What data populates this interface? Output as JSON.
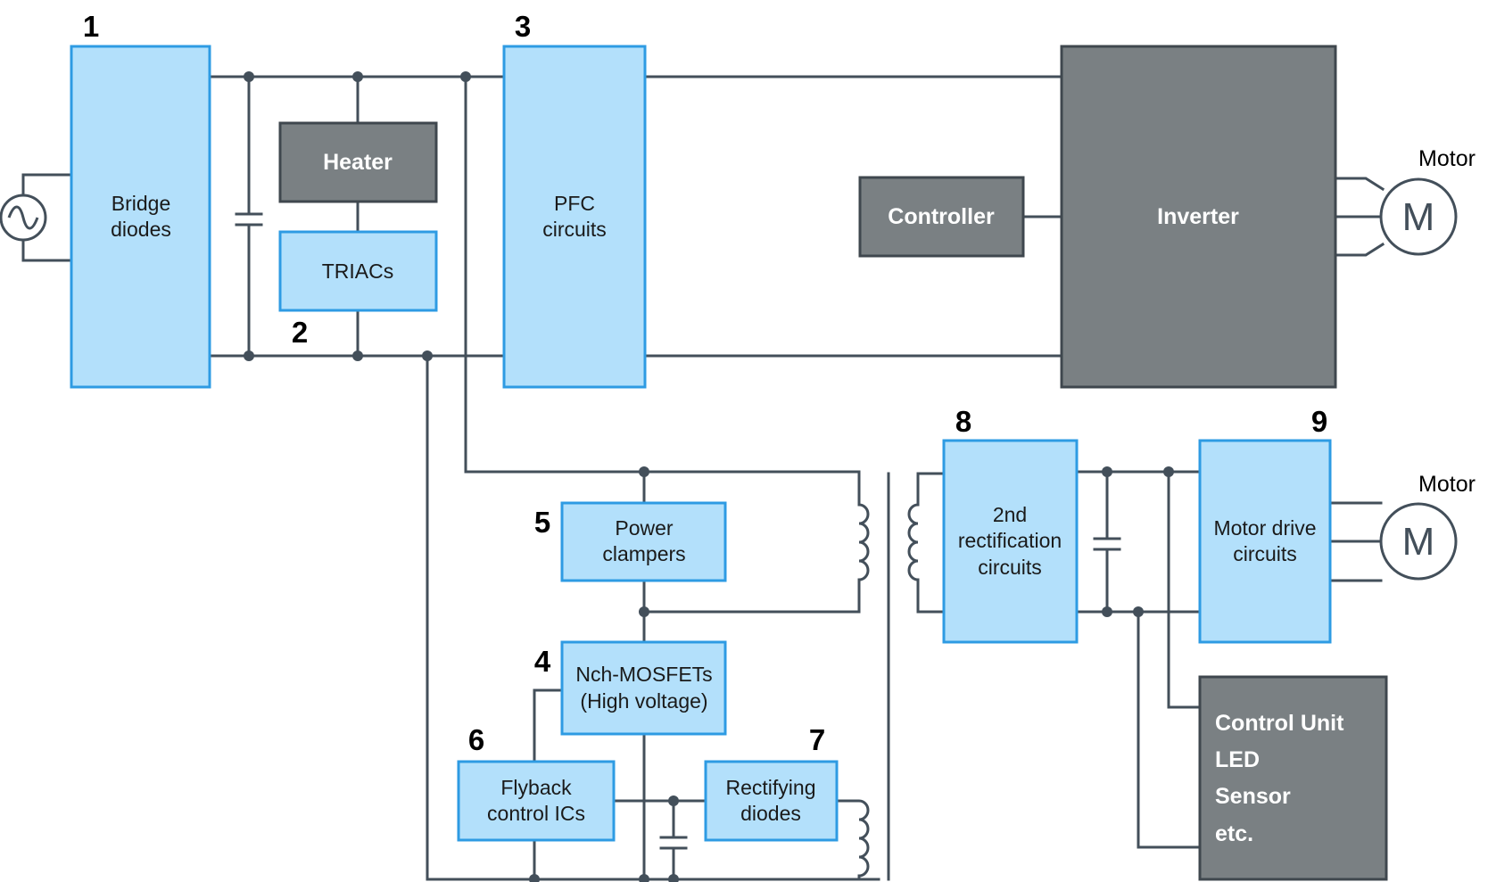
{
  "blocks": {
    "bridge_diodes": [
      "Bridge",
      "diodes"
    ],
    "heater": "Heater",
    "triacs": "TRIACs",
    "pfc_circuits": [
      "PFC",
      "circuits"
    ],
    "controller": "Controller",
    "inverter": "Inverter",
    "power_clampers": [
      "Power",
      "clampers"
    ],
    "nch_mosfets": [
      "Nch-MOSFETs",
      "(High voltage)"
    ],
    "flyback_control_ics": [
      "Flyback",
      "control ICs"
    ],
    "rectifying_diodes": [
      "Rectifying",
      "diodes"
    ],
    "second_rectification": [
      "2nd",
      "rectification",
      "circuits"
    ],
    "motor_drive_circuits": [
      "Motor drive",
      "circuits"
    ],
    "control_unit": [
      "Control Unit",
      "LED",
      "Sensor",
      "etc."
    ]
  },
  "numbers": {
    "n1": "1",
    "n2": "2",
    "n3": "3",
    "n4": "4",
    "n5": "5",
    "n6": "6",
    "n7": "7",
    "n8": "8",
    "n9": "9"
  },
  "motors": {
    "top_label": "Motor",
    "top_symbol": "M",
    "bottom_label": "Motor",
    "bottom_symbol": "M"
  },
  "colors": {
    "block_blue_fill": "#b3e0fb",
    "block_blue_border": "#2e9be3",
    "block_gray_fill": "#7a8083",
    "wire": "#434f5a"
  }
}
